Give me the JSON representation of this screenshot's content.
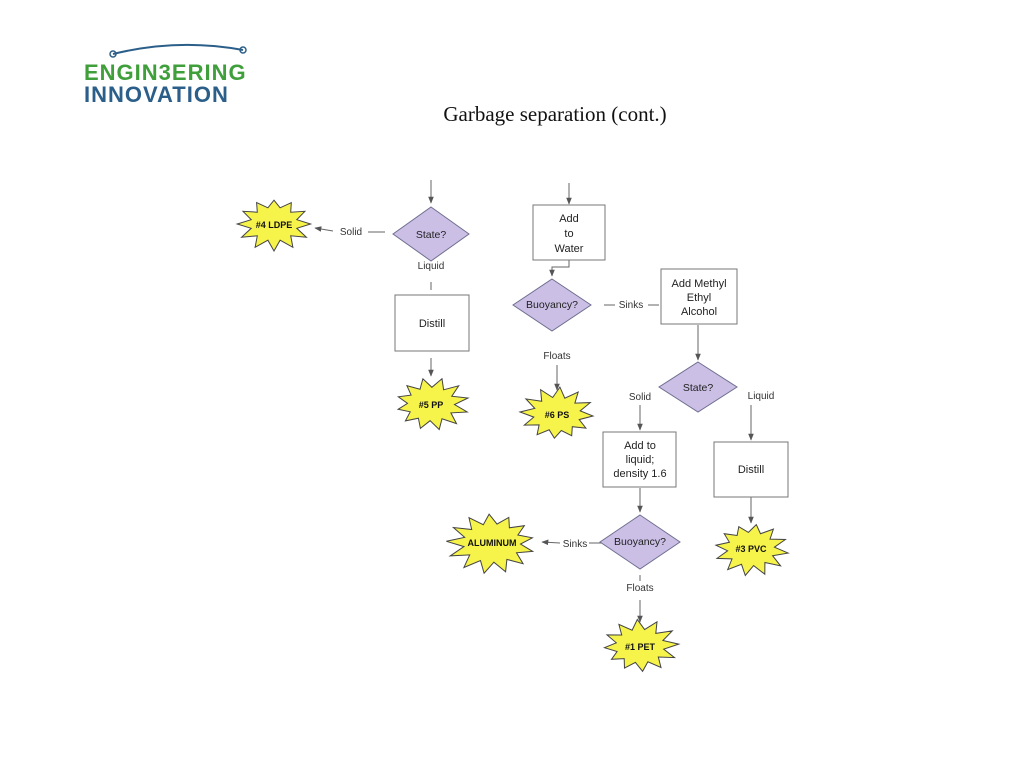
{
  "logo": {
    "line1": "ENGIN3ERING",
    "line2": "INNOVATION"
  },
  "title": "Garbage separation (cont.)",
  "diagram": {
    "decisions": {
      "state_1": "State?",
      "buoyancy_1": "Buoyancy?",
      "state_2": "State?",
      "buoyancy_2": "Buoyancy?"
    },
    "processes": {
      "add_to_water": [
        "Add",
        "to",
        "Water"
      ],
      "distill_1": [
        "Distill"
      ],
      "add_mek": [
        "Add Methyl",
        "Ethyl",
        "Alcohol"
      ],
      "add_liquid": [
        "Add to",
        "liquid;",
        "density 1.6"
      ],
      "distill_2": [
        "Distill"
      ]
    },
    "results": {
      "ldpe": "#4 LDPE",
      "pp": "#5 PP",
      "ps": "#6 PS",
      "aluminum": "ALUMINUM",
      "pvc": "#3 PVC",
      "pet": "#1 PET"
    },
    "edge_labels": {
      "solid_1": "Solid",
      "liquid_1": "Liquid",
      "sinks_1": "Sinks",
      "floats_1": "Floats",
      "solid_2": "Solid",
      "liquid_2": "Liquid",
      "sinks_2": "Sinks",
      "floats_2": "Floats"
    },
    "colors": {
      "decision_fill": "#cbbfe6",
      "decision_stroke": "#6f6f8f",
      "starburst_fill": "#f6f34a",
      "starburst_stroke": "#444444",
      "logo_green": "#3f9f3a",
      "logo_blue": "#2b5f8a"
    }
  }
}
